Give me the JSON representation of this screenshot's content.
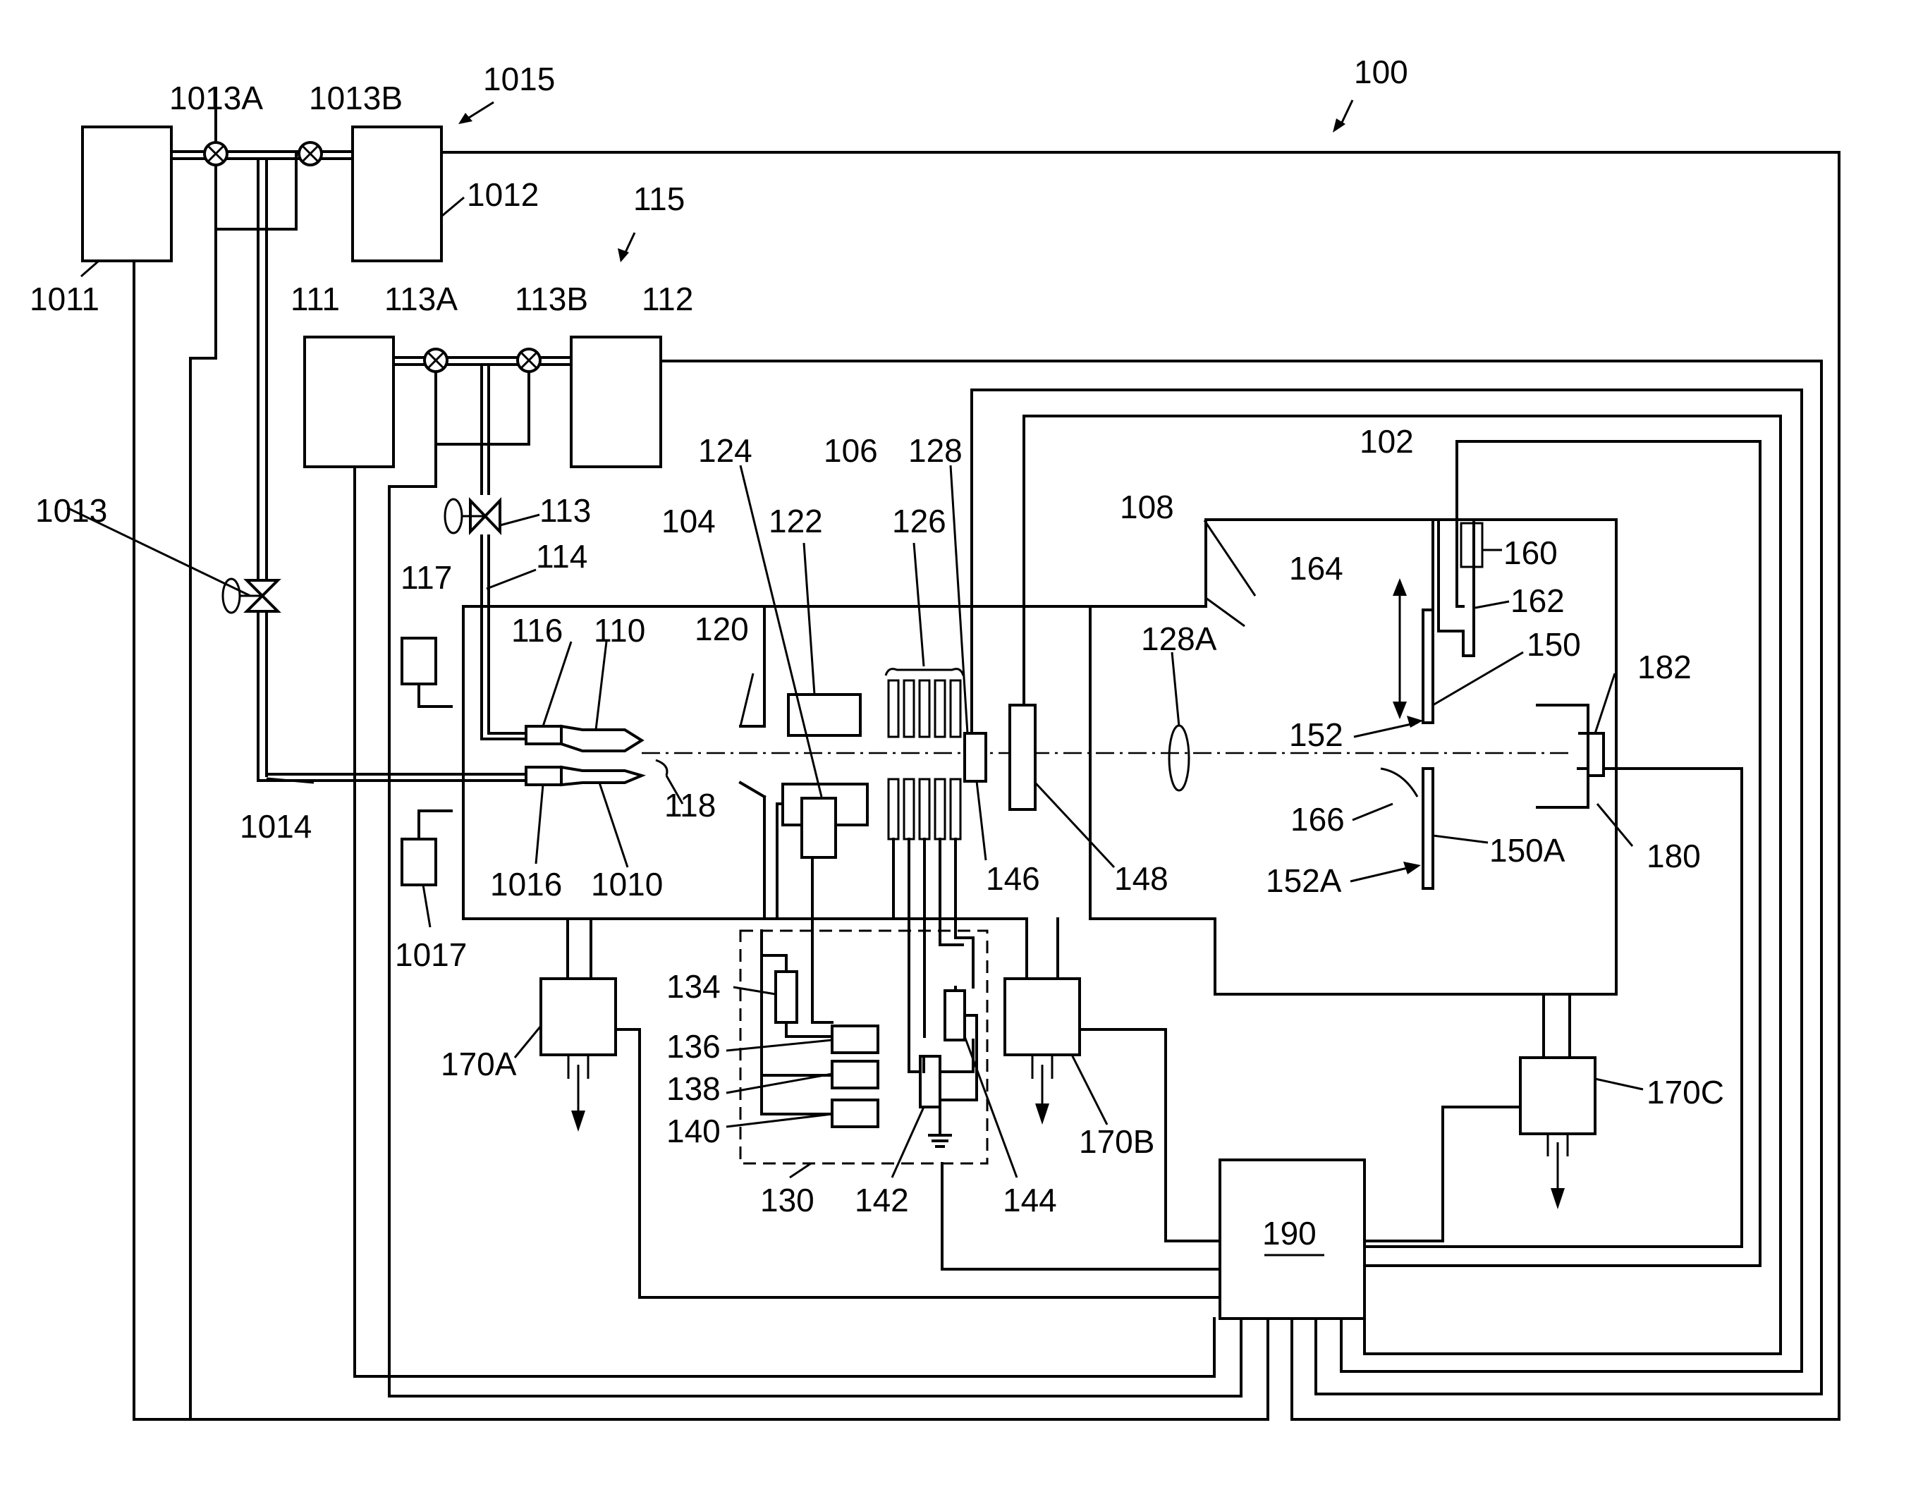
{
  "figure": {
    "labels": {
      "l100": "100",
      "l1015": "1015",
      "l1013A": "1013A",
      "l1013B": "1013B",
      "l1012": "1012",
      "l1011": "1011",
      "l115": "115",
      "l111": "111",
      "l113A": "113A",
      "l113B": "113B",
      "l112": "112",
      "l1013": "1013",
      "l113": "113",
      "l114": "114",
      "l117": "117",
      "l116": "116",
      "l110": "110",
      "l104": "104",
      "l120": "120",
      "l124": "124",
      "l122": "122",
      "l106": "106",
      "l126": "126",
      "l128": "128",
      "l102": "102",
      "l108": "108",
      "l160": "160",
      "l164": "164",
      "l162": "162",
      "l128A": "128A",
      "l150": "150",
      "l182": "182",
      "l152": "152",
      "l118": "118",
      "l1014": "1014",
      "l166": "166",
      "l150A": "150A",
      "l180": "180",
      "l1016": "1016",
      "l1010": "1010",
      "l146": "146",
      "l148": "148",
      "l152A": "152A",
      "l1017": "1017",
      "l134": "134",
      "l136": "136",
      "l138": "138",
      "l140": "140",
      "l130": "130",
      "l142": "142",
      "l144": "144",
      "l170A": "170A",
      "l170B": "170B",
      "l170C": "170C",
      "l190": "190"
    }
  }
}
